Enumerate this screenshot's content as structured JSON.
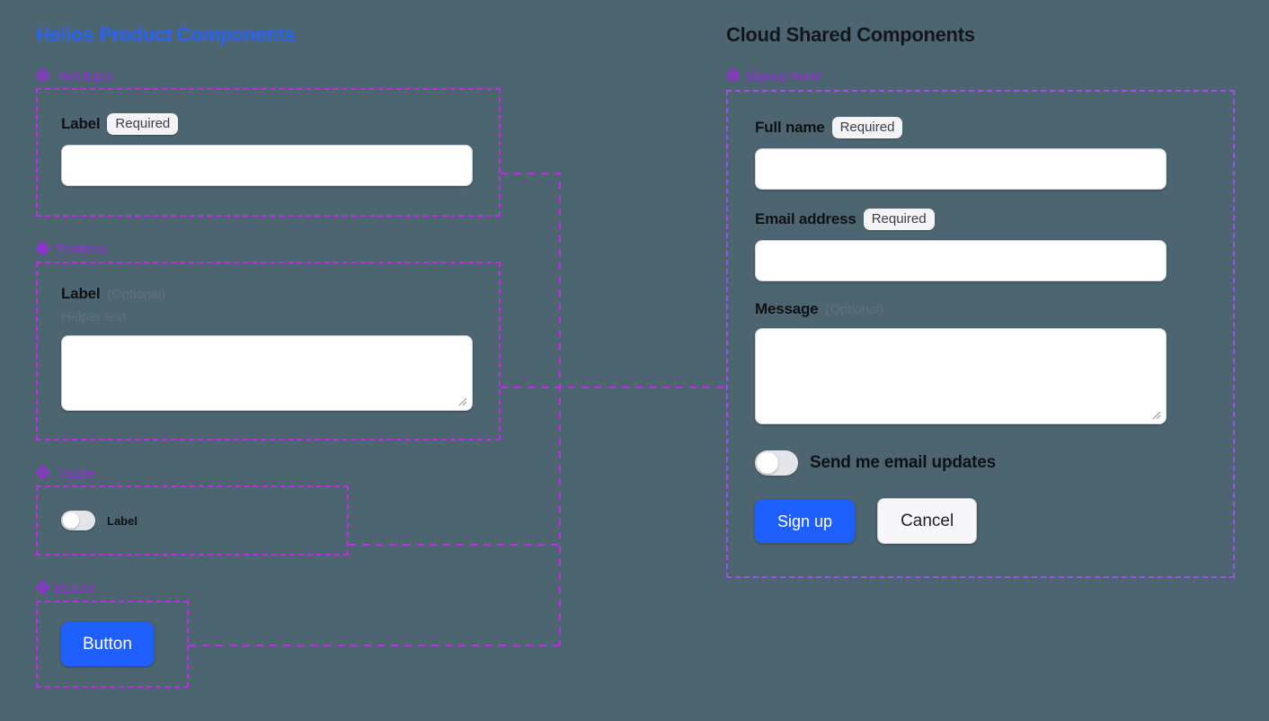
{
  "background_color": "#4c6570",
  "colors": {
    "left_title": "#2b62f6",
    "right_title": "#14161c",
    "group_label": "#9a2ae0",
    "frame_dashed": "#c12ae8",
    "frame_dashed_violet": "#a34df0",
    "primary_button": "#1f5ffe",
    "badge_bg": "#f4f4f7"
  },
  "left_panel": {
    "title": "Helios Product Components",
    "groups": [
      {
        "icon": "components-diamond-icon",
        "label": "Text Input"
      },
      {
        "icon": "components-diamond-icon",
        "label": "Textarea"
      },
      {
        "icon": "components-diamond-icon",
        "label": "Toggle"
      },
      {
        "icon": "components-diamond-icon",
        "label": "Button"
      }
    ],
    "text_input": {
      "label": "Label",
      "badge": "Required",
      "value": "",
      "placeholder": ""
    },
    "textarea": {
      "label": "Label",
      "optional": "(Optional)",
      "helper": "Helper text",
      "value": "",
      "placeholder": ""
    },
    "toggle": {
      "label": "Label",
      "state": "off"
    },
    "button": {
      "label": "Button"
    }
  },
  "right_panel": {
    "title": "Cloud Shared Components",
    "groups": [
      {
        "icon": "components-diamond-icon",
        "label": "Signup Form"
      }
    ],
    "signup_form": {
      "full_name": {
        "label": "Full name",
        "badge": "Required",
        "value": "",
        "placeholder": ""
      },
      "email": {
        "label": "Email address",
        "badge": "Required",
        "value": "",
        "placeholder": ""
      },
      "message": {
        "label": "Message",
        "optional": "(Optional)",
        "value": "",
        "placeholder": ""
      },
      "email_updates_toggle": {
        "label": "Send me email updates",
        "state": "off"
      },
      "submit_button": "Sign up",
      "cancel_button": "Cancel"
    }
  }
}
